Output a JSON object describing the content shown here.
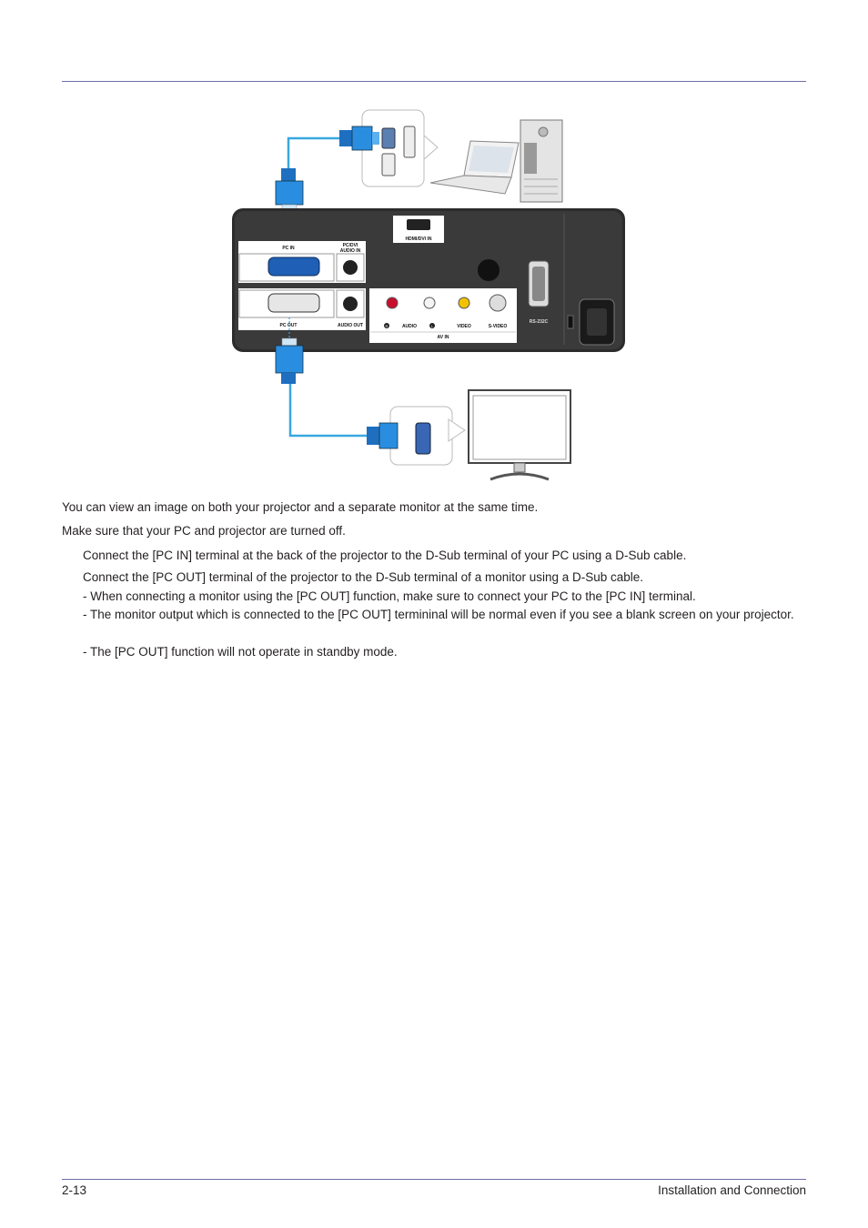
{
  "diagram": {
    "labels": {
      "hdmi": "HDMI/DVI IN",
      "pc_in": "PC IN",
      "pc_audio_in_1": "PC/DVI",
      "pc_audio_in_2": "AUDIO IN",
      "pc_out": "PC OUT",
      "audio_out": "AUDIO OUT",
      "av_audio": "AUDIO",
      "av_r": "R",
      "av_l": "L",
      "video": "VIDEO",
      "s_video": "S-VIDEO",
      "av_in": "AV IN",
      "rs232c": "RS-232C"
    }
  },
  "body": {
    "intro": "You can view an image on both your projector and a separate monitor at the same time.",
    "prep": "Make sure that your PC and projector are turned off.",
    "step1": "Connect the [PC IN] terminal at the back of the projector to the D-Sub terminal of your PC using a D-Sub cable.",
    "step2": "Connect the [PC OUT] terminal of the projector to the D-Sub terminal of a monitor using a D-Sub cable.",
    "note1": "- When connecting a monitor using the [PC OUT] function, make sure to connect your PC to the [PC IN] terminal.",
    "note2": "- The monitor output which is connected to the [PC OUT] termininal will be normal even if you see a blank screen on your projector.",
    "note3": "- The [PC OUT] function will not operate in standby mode."
  },
  "footer": {
    "page_number": "2-13",
    "section": "Installation and Connection"
  }
}
